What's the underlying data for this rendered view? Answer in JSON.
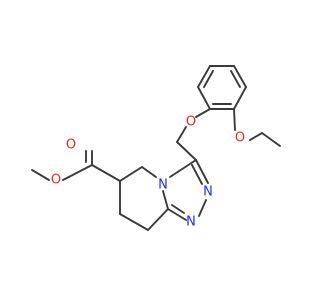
{
  "structure": {
    "type": "skeletal-formula",
    "colors": {
      "bond": "#3a3a3a",
      "oxygen": "#e8281e",
      "nitrogen": "#2a2ae8"
    },
    "atoms": [
      {
        "label": "O",
        "element": "oxygen"
      },
      {
        "label": "O",
        "element": "oxygen"
      },
      {
        "label": "N",
        "element": "nitrogen"
      },
      {
        "label": "N",
        "element": "nitrogen"
      },
      {
        "label": "N",
        "element": "nitrogen"
      },
      {
        "label": "O",
        "element": "oxygen"
      },
      {
        "label": "O",
        "element": "oxygen"
      }
    ]
  }
}
